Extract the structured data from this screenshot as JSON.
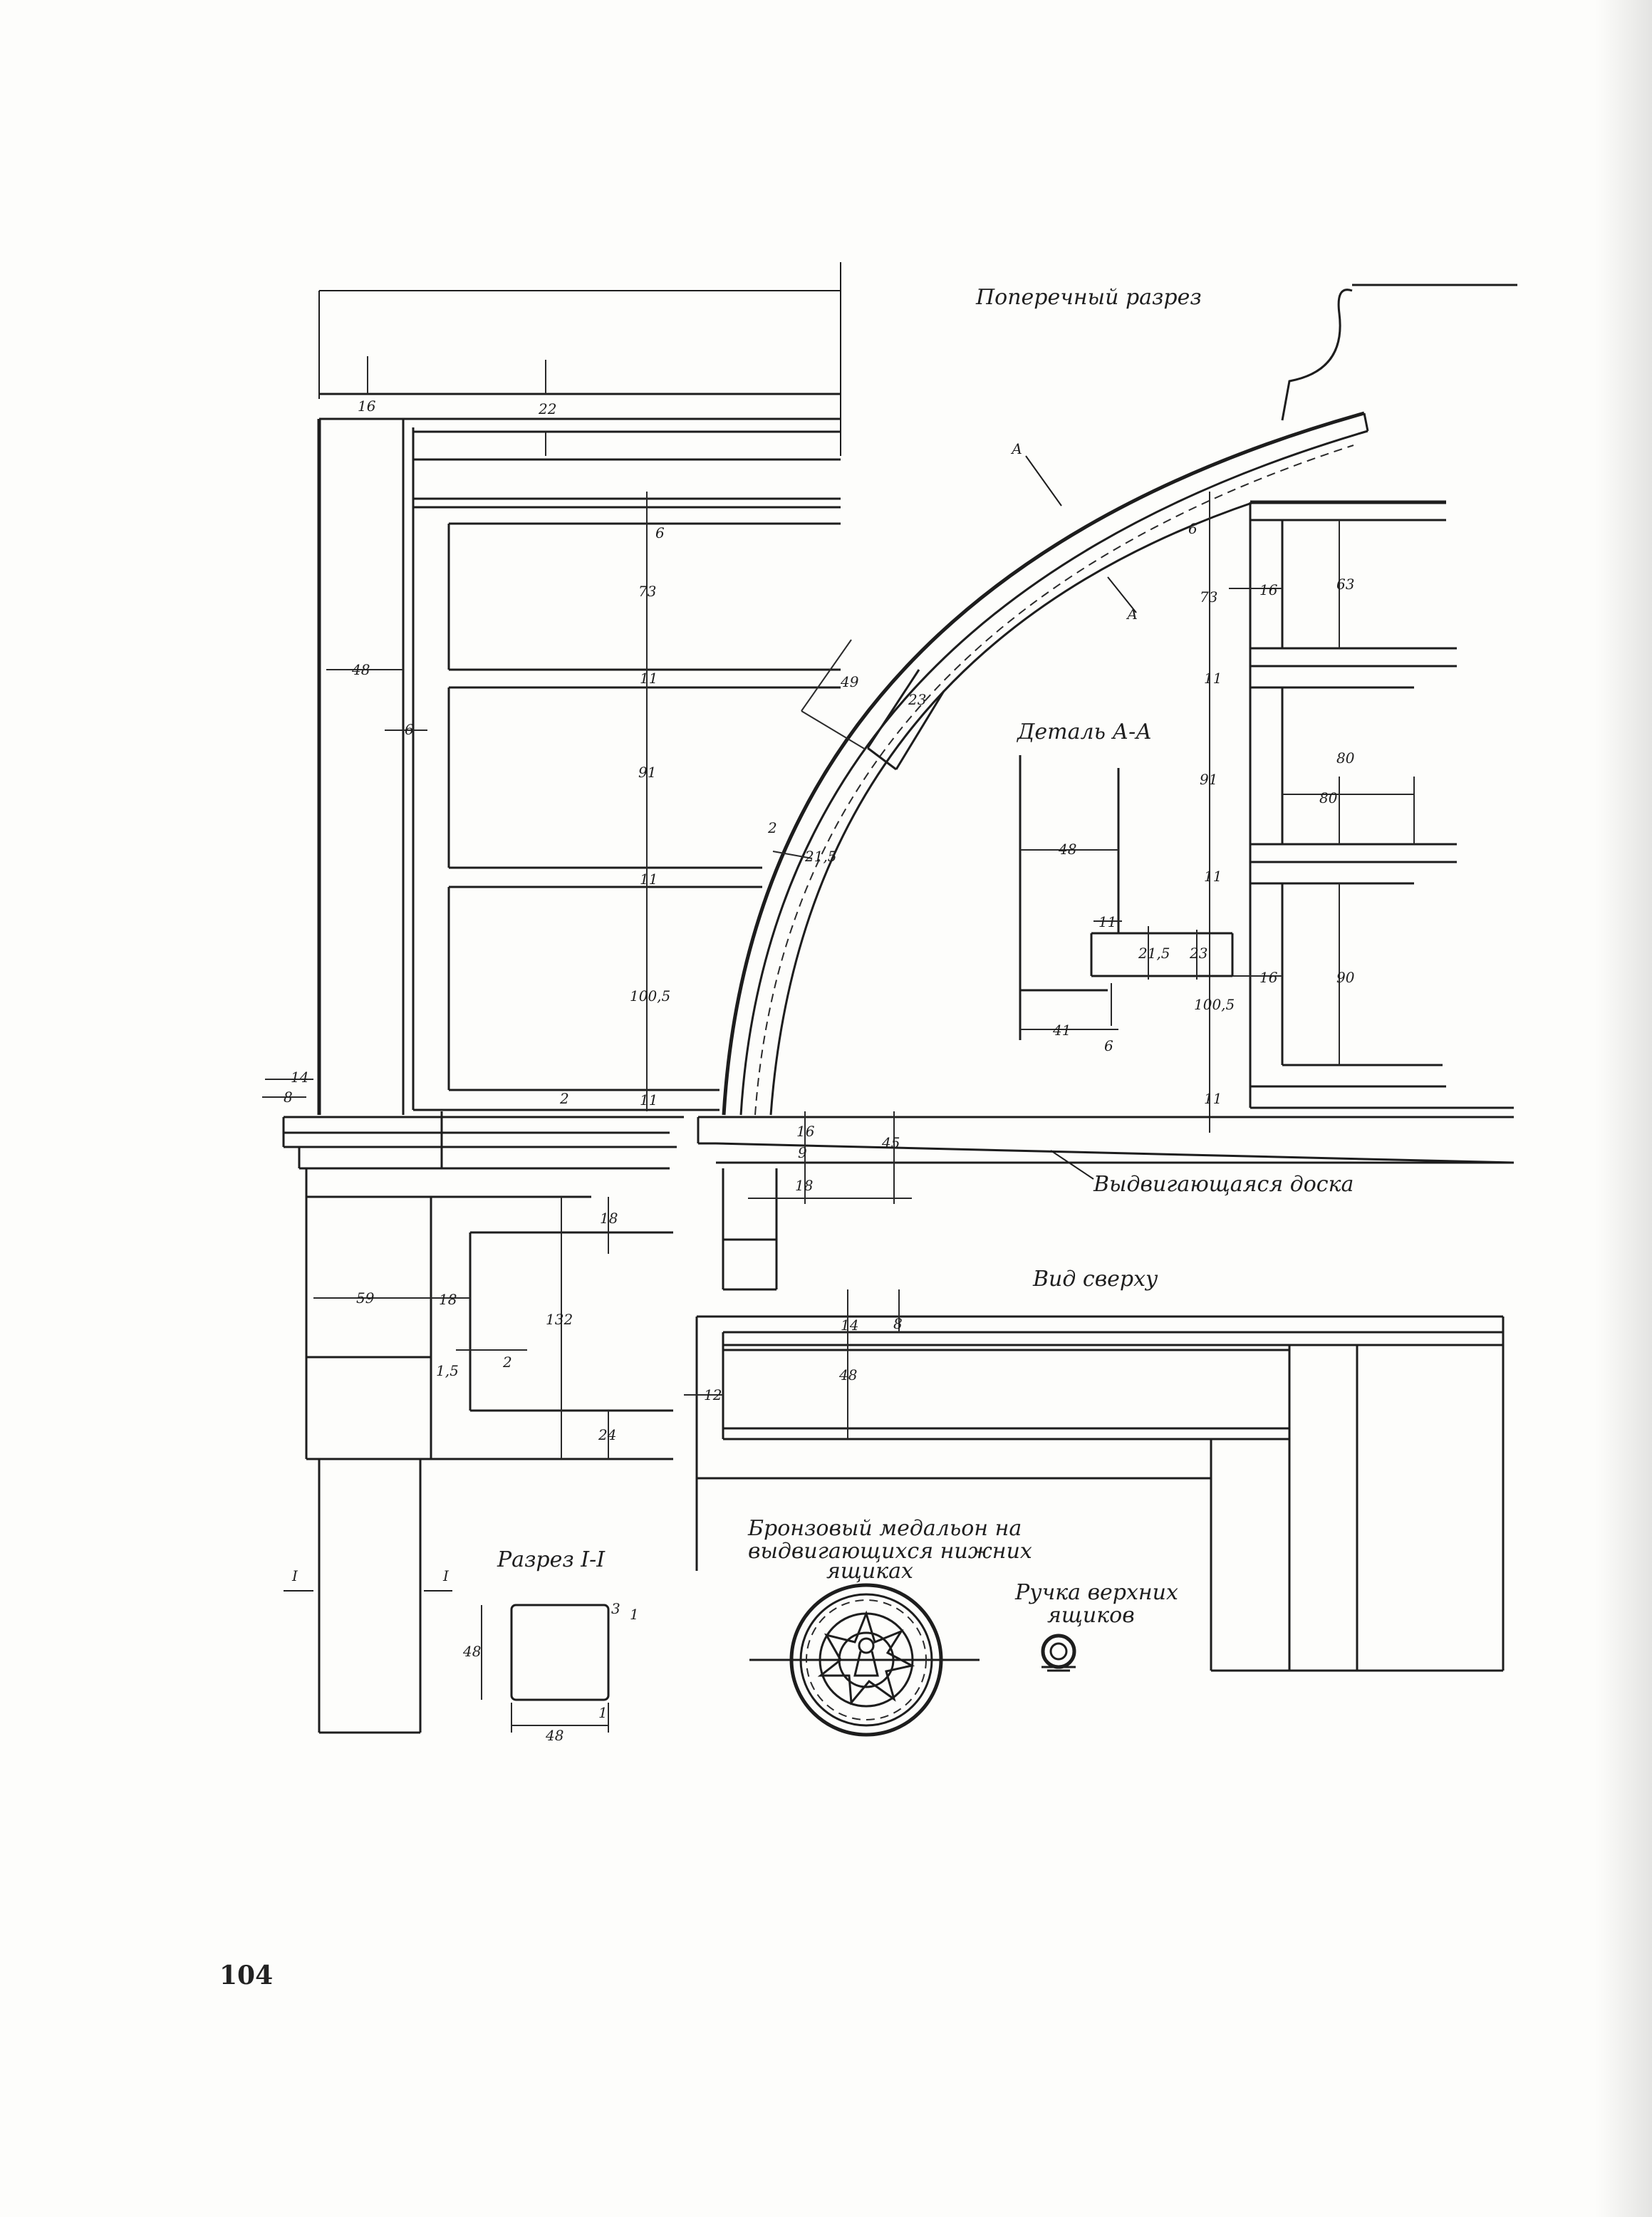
{
  "page_number": "104",
  "titles": {
    "cross_section": "Поперечный разрез",
    "detail": "Деталь А-А",
    "sliding_board": "Выдвигающаяся доска",
    "top_view": "Вид сверху",
    "section_11": "Разрез I-I",
    "medallion_1": "Бронзовый медальон на",
    "medallion_2": "выдвигающихся нижних",
    "medallion_3": "ящиках",
    "handle_1": "Ручка верхних",
    "handle_2": "ящиков"
  },
  "marks": {
    "a1": "А",
    "a2": "А",
    "i1": "I",
    "i2": "I"
  },
  "dims_left": {
    "d16": "16",
    "d22": "22",
    "d6top": "6",
    "d73": "73",
    "d48": "48",
    "d6": "6",
    "d11a": "11",
    "d91": "91",
    "d11b": "11",
    "d100": "100,5",
    "d2": "2",
    "d11c": "11",
    "d14": "14",
    "d8": "8"
  },
  "dims_arc": {
    "d49": "49",
    "d23": "23",
    "d2": "2",
    "d215": "21,5"
  },
  "dims_right": {
    "d6": "6",
    "d73": "73",
    "d16a": "16",
    "d63": "63",
    "d11a": "11",
    "d91": "91",
    "d80a": "80",
    "d80b": "80",
    "d11b": "11",
    "d16b": "16",
    "d90": "90",
    "d100": "100,5",
    "d11c": "11"
  },
  "dims_detail": {
    "d48": "48",
    "d11": "11",
    "d215": "21,5",
    "d23": "23",
    "d41": "41",
    "d6": "6"
  },
  "dims_board": {
    "d16": "16",
    "d9": "9",
    "d45": "45",
    "d18": "18"
  },
  "dims_leg": {
    "d18": "18",
    "d59": "59",
    "d18b": "18",
    "d132": "132",
    "d15": "1,5",
    "d2": "2",
    "d24": "24"
  },
  "dims_top": {
    "d14": "14",
    "d8": "8",
    "d48": "48",
    "d12": "12"
  },
  "dims_sec": {
    "d48a": "48",
    "d48b": "48",
    "d3": "3",
    "d1a": "1",
    "d1b": "1"
  }
}
